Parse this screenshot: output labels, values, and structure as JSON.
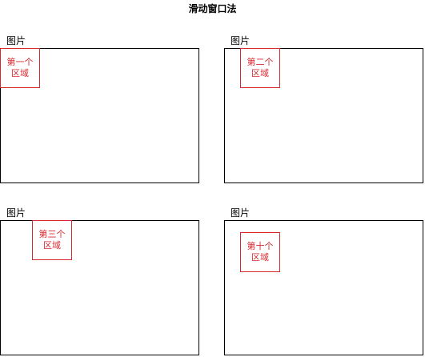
{
  "title": "滑动窗口法",
  "panels": [
    {
      "label": "图片",
      "window": {
        "line1": "第一个",
        "line2": "区域"
      }
    },
    {
      "label": "图片",
      "window": {
        "line1": "第二个",
        "line2": "区域"
      }
    },
    {
      "label": "图片",
      "window": {
        "line1": "第三个",
        "line2": "区域"
      }
    },
    {
      "label": "图片",
      "window": {
        "line1": "第十个",
        "line2": "区域"
      }
    }
  ],
  "colors": {
    "window_border": "#d9272e",
    "panel_border": "#000000"
  }
}
